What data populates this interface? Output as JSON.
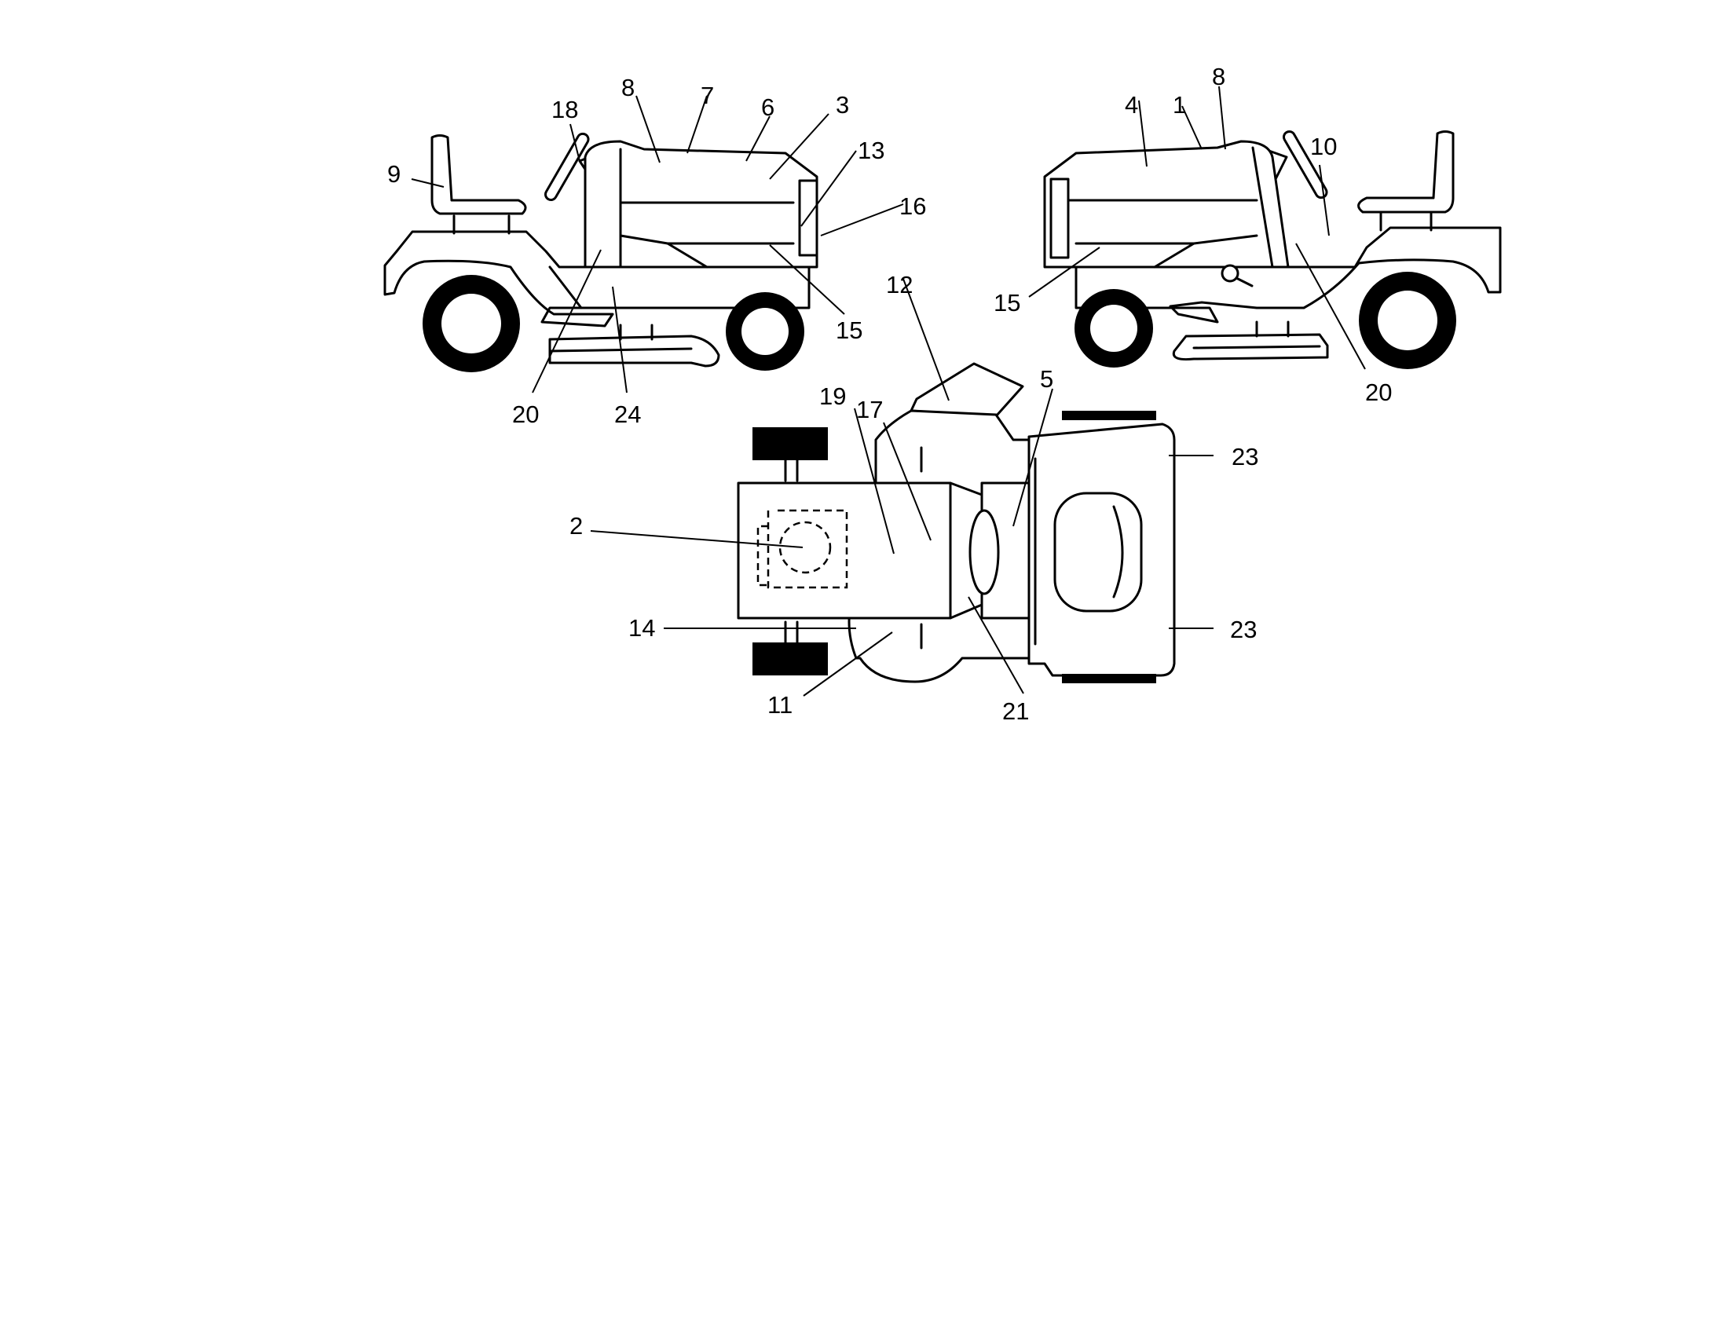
{
  "callouts": [
    {
      "id": "c-9a",
      "label": "9"
    },
    {
      "id": "c-18a",
      "label": "18"
    },
    {
      "id": "c-8a",
      "label": "8"
    },
    {
      "id": "c-7a",
      "label": "7"
    },
    {
      "id": "c-6a",
      "label": "6"
    },
    {
      "id": "c-3a",
      "label": "3"
    },
    {
      "id": "c-13a",
      "label": "13"
    },
    {
      "id": "c-16a",
      "label": "16"
    },
    {
      "id": "c-15a",
      "label": "15"
    },
    {
      "id": "c-20a",
      "label": "20"
    },
    {
      "id": "c-24a",
      "label": "24"
    },
    {
      "id": "c-4b",
      "label": "4"
    },
    {
      "id": "c-1b",
      "label": "1"
    },
    {
      "id": "c-8b",
      "label": "8"
    },
    {
      "id": "c-10b",
      "label": "10"
    },
    {
      "id": "c-15b",
      "label": "15"
    },
    {
      "id": "c-20b",
      "label": "20"
    },
    {
      "id": "c-12c",
      "label": "12"
    },
    {
      "id": "c-19c",
      "label": "19"
    },
    {
      "id": "c-17c",
      "label": "17"
    },
    {
      "id": "c-5c",
      "label": "5"
    },
    {
      "id": "c-23c",
      "label": "23"
    },
    {
      "id": "c-23d",
      "label": "23"
    },
    {
      "id": "c-2c",
      "label": "2"
    },
    {
      "id": "c-14c",
      "label": "14"
    },
    {
      "id": "c-11c",
      "label": "11"
    },
    {
      "id": "c-21c",
      "label": "21"
    }
  ]
}
